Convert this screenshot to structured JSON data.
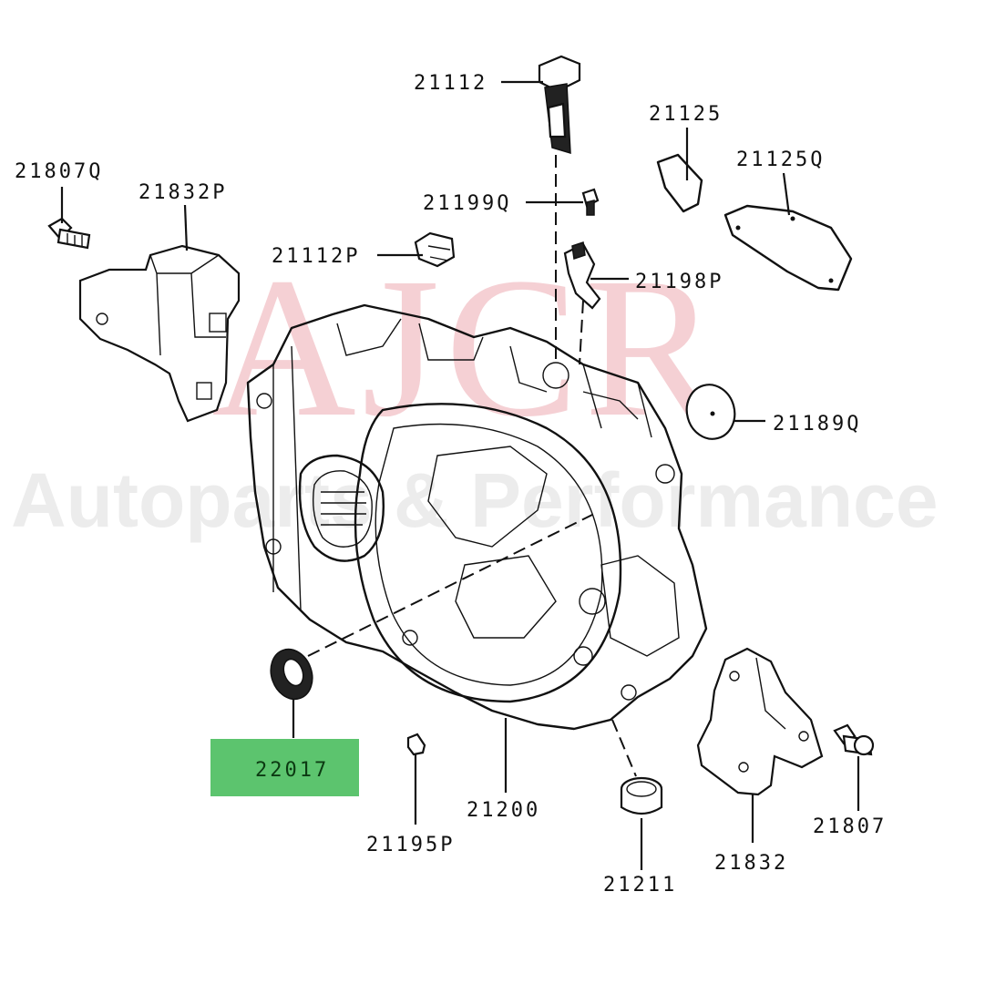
{
  "watermark": {
    "logo_text": "AJCR",
    "subtitle": "Autoparts & Performance"
  },
  "highlight_color": "#5cc46e",
  "parts": {
    "p21112": "21112",
    "p21125": "21125",
    "p21125Q": "21125Q",
    "p21807Q": "21807Q",
    "p21832P": "21832P",
    "p21199Q": "21199Q",
    "p21112P": "21112P",
    "p21198P": "21198P",
    "p21189Q": "21189Q",
    "p22017": "22017",
    "p21200": "21200",
    "p21195P": "21195P",
    "p21211": "21211",
    "p21832": "21832",
    "p21807": "21807"
  }
}
